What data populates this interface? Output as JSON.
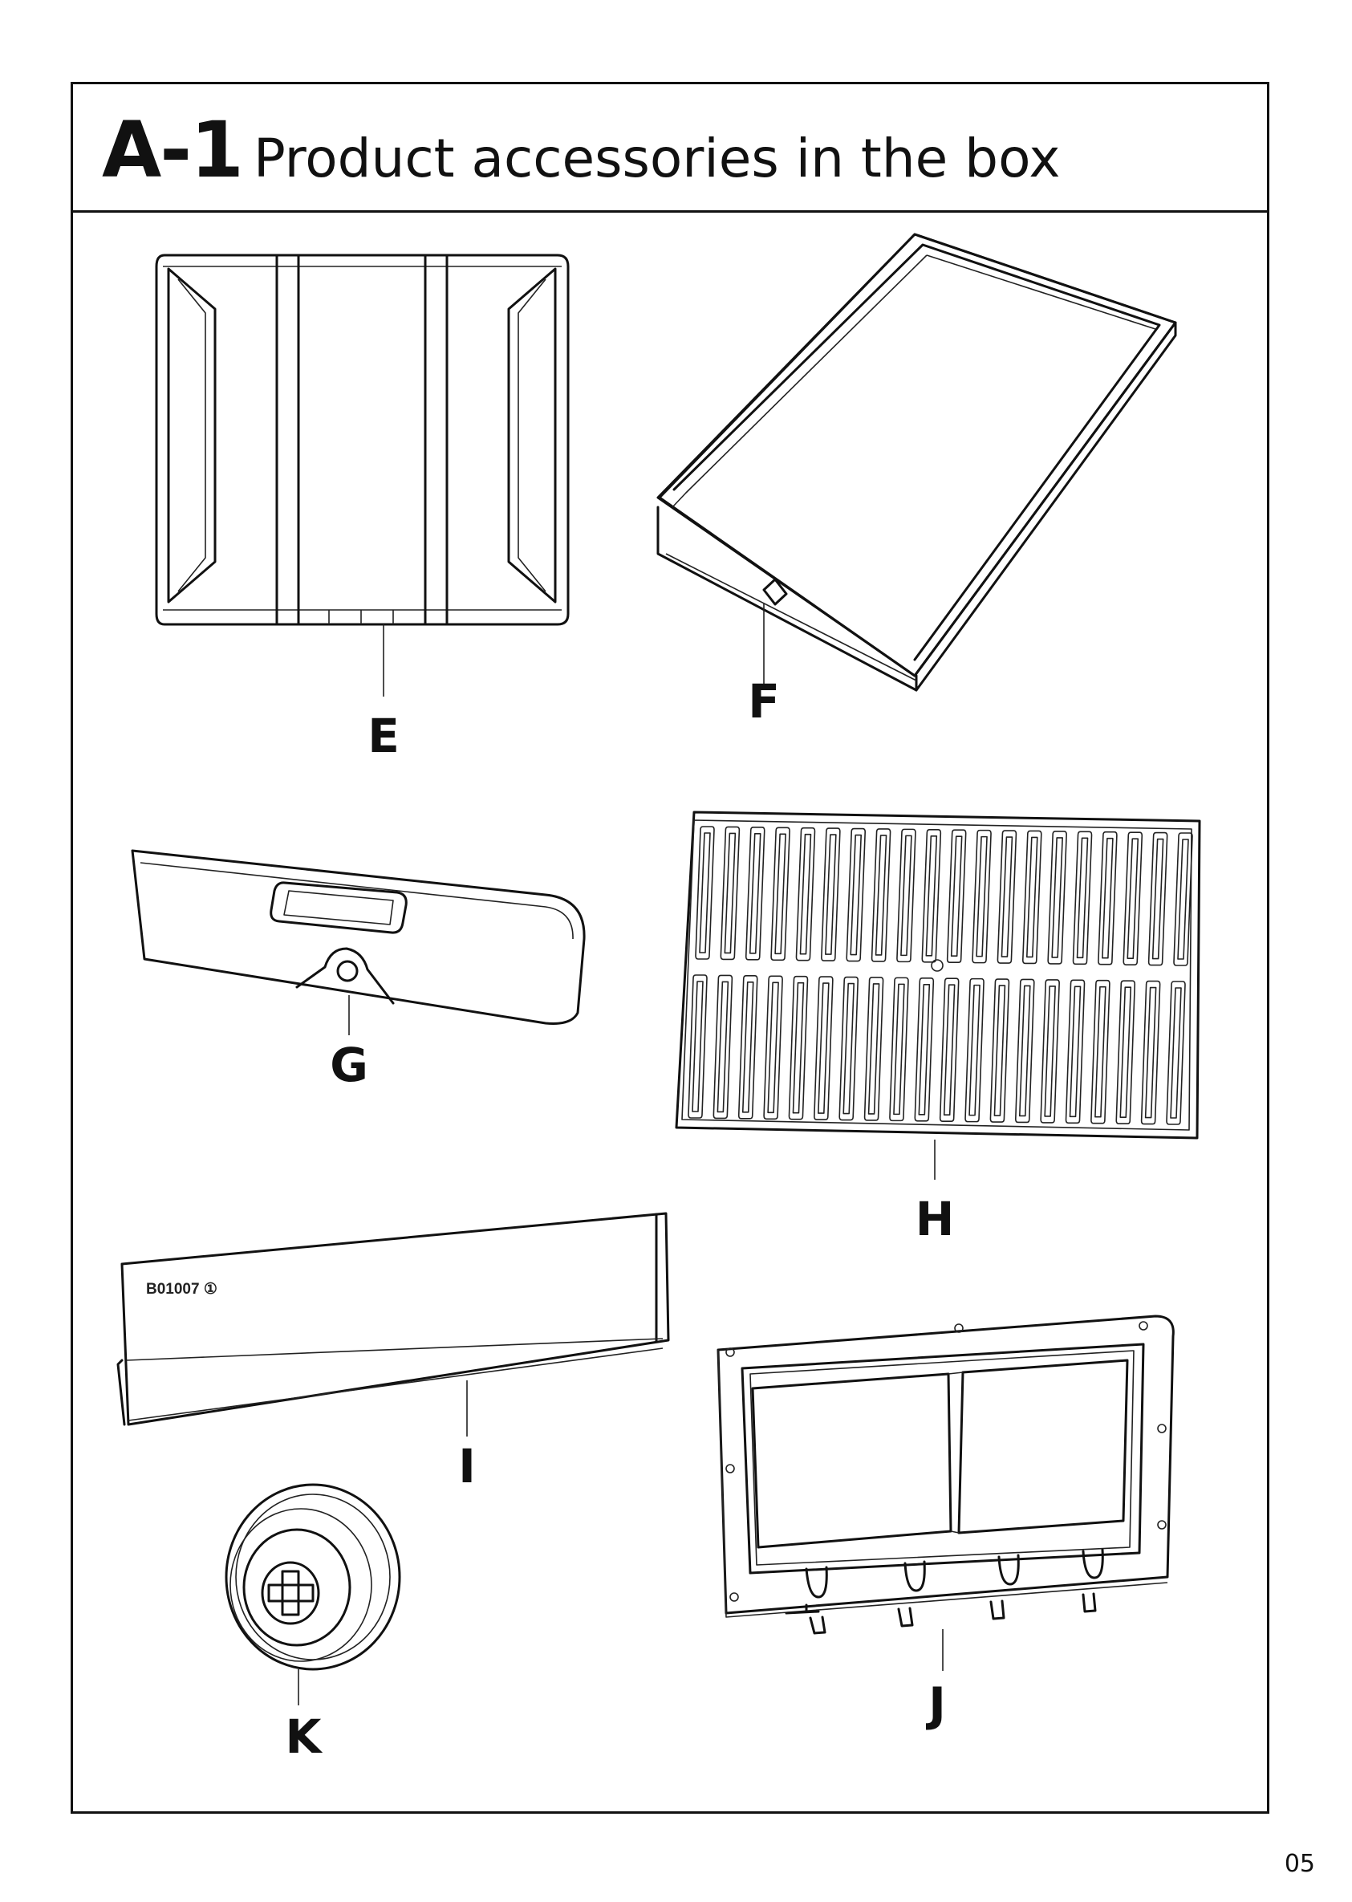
{
  "header": {
    "section_code": "A-1",
    "section_title": "Product accessories in the box"
  },
  "parts": [
    {
      "letter": "E",
      "icon": "side-panel-icon"
    },
    {
      "letter": "F",
      "icon": "drip-tray-icon"
    },
    {
      "letter": "G",
      "icon": "tray-handle-icon"
    },
    {
      "letter": "H",
      "icon": "cooking-grate-icon"
    },
    {
      "letter": "I",
      "icon": "front-panel-icon",
      "stamp": "B01007 ①"
    },
    {
      "letter": "J",
      "icon": "door-frame-icon"
    },
    {
      "letter": "K",
      "icon": "wheel-icon"
    }
  ],
  "footer": {
    "page_number": "05"
  }
}
